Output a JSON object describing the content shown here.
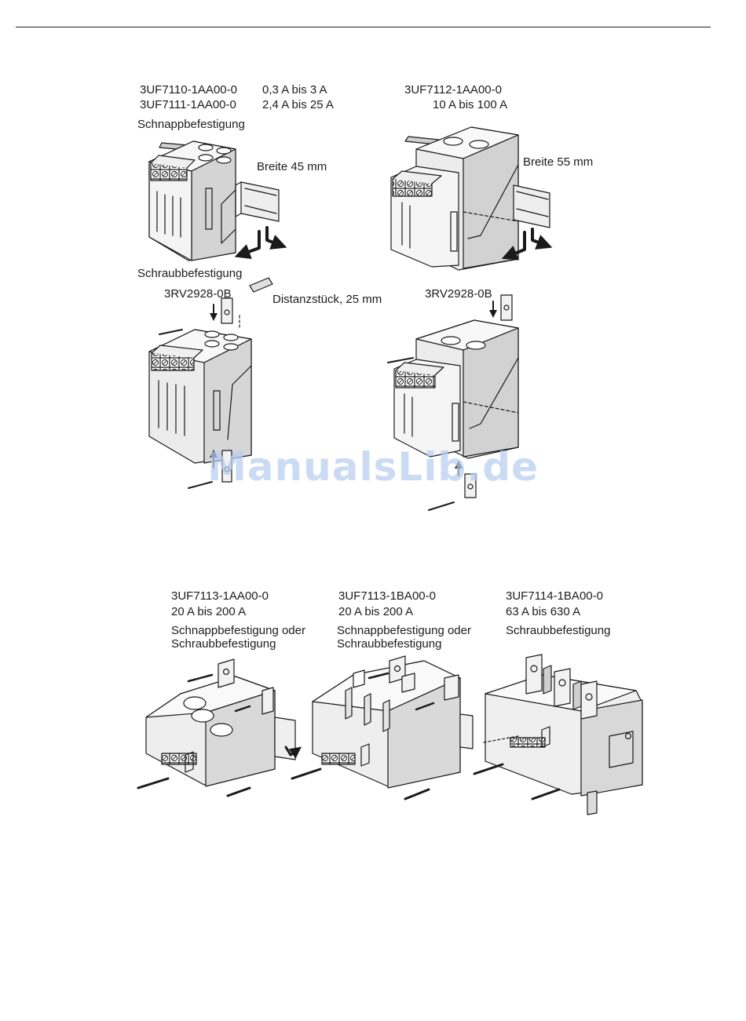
{
  "top_block": {
    "left": {
      "model_1": "3UF7110-1AA00-0",
      "range_1": "0,3 A bis 3 A",
      "model_2": "3UF7111-1AA00-0",
      "range_2": "2,4 A bis 25 A"
    },
    "right": {
      "model": "3UF7112-1AA00-0",
      "range": "10 A bis 100 A"
    },
    "snap_mount": "Schnappbefestigung",
    "width_45": "Breite 45 mm",
    "width_55": "Breite 55 mm",
    "screw_mount": "Schraubbefestigung",
    "accessory_left": "3RV2928-0B",
    "accessory_right": "3RV2928-0B",
    "spacer": "Distanzstück, 25 mm"
  },
  "bottom_block": [
    {
      "model": "3UF7113-1AA00-0",
      "range": "20 A bis 200 A",
      "mount_1": "Schnappbefestigung oder",
      "mount_2": "Schraubbefestigung"
    },
    {
      "model": "3UF7113-1BA00-0",
      "range": "20 A bis 200 A",
      "mount_1": "Schnappbefestigung oder",
      "mount_2": "Schraubbefestigung"
    },
    {
      "model": "3UF7114-1BA00-0",
      "range": "63 A bis 630 A",
      "mount_1": "Schraubbefestigung",
      "mount_2": ""
    }
  ],
  "watermark": "ManualsLib.de",
  "colors": {
    "line": "#1a1a1a",
    "shade": "#d9d9d9",
    "watermark": "#b9cff0"
  }
}
